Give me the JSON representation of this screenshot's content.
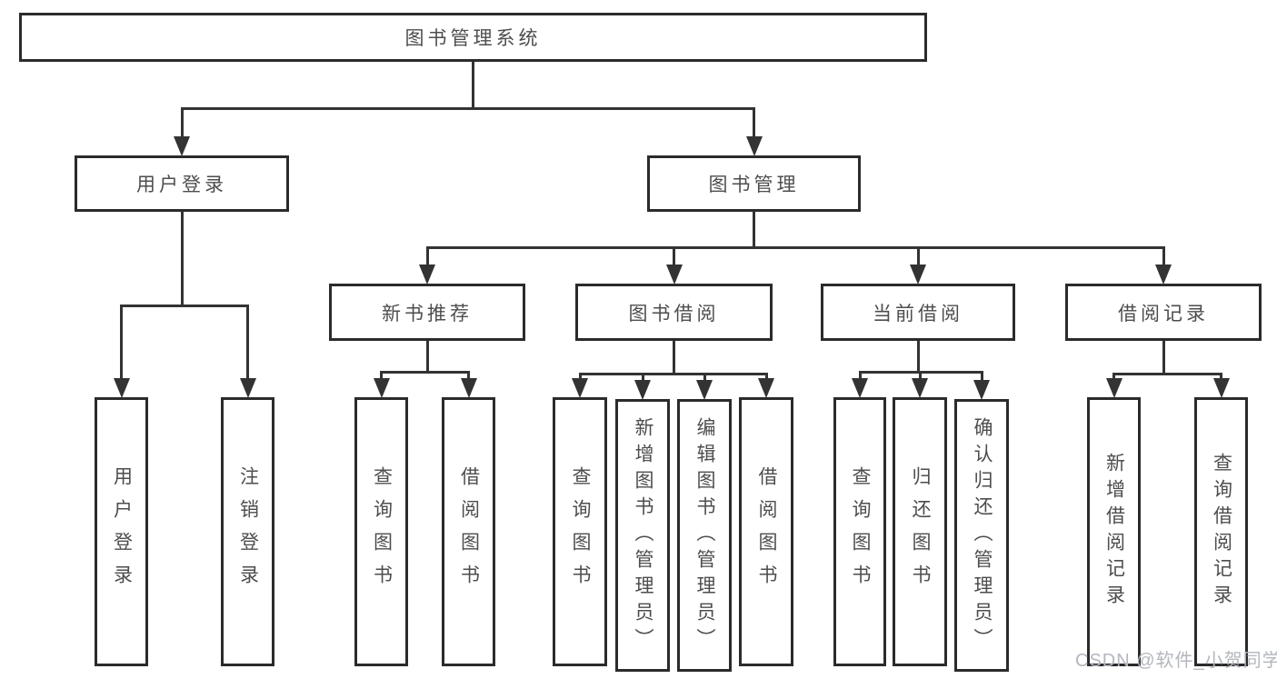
{
  "diagram": {
    "title": "图书管理系统",
    "watermark": "CSDN @软件_小贺同学",
    "colors": {
      "line": "#333333",
      "box_border": "#2b2b2b",
      "text": "#4d4d4d",
      "watermark": "#b3b7be"
    },
    "nodes": [
      {
        "id": "root",
        "label": "图书管理系统"
      },
      {
        "id": "login",
        "label": "用户登录"
      },
      {
        "id": "mgmt",
        "label": "图书管理"
      },
      {
        "id": "new-rec",
        "label": "新书推荐"
      },
      {
        "id": "borrow",
        "label": "图书借阅"
      },
      {
        "id": "current",
        "label": "当前借阅"
      },
      {
        "id": "records",
        "label": "借阅记录"
      },
      {
        "id": "login-do",
        "label": "用户登录"
      },
      {
        "id": "login-out",
        "label": "注销登录"
      },
      {
        "id": "nr-query",
        "label": "查询图书"
      },
      {
        "id": "nr-borrow",
        "label": "借阅图书"
      },
      {
        "id": "bw-query",
        "label": "查询图书"
      },
      {
        "id": "bw-add",
        "label": "新增图书（管理员）"
      },
      {
        "id": "bw-edit",
        "label": "编辑图书（管理员）"
      },
      {
        "id": "bw-borrow",
        "label": "借阅图书"
      },
      {
        "id": "cu-query",
        "label": "查询图书"
      },
      {
        "id": "cu-return",
        "label": "归还图书"
      },
      {
        "id": "cu-confirm",
        "label": "确认归还（管理员）"
      },
      {
        "id": "rc-add",
        "label": "新增借阅记录"
      },
      {
        "id": "rc-query",
        "label": "查询借阅记录"
      }
    ],
    "edges": [
      {
        "parent": "root",
        "children": [
          "login",
          "mgmt"
        ]
      },
      {
        "parent": "login",
        "children": [
          "login-do",
          "login-out"
        ]
      },
      {
        "parent": "mgmt",
        "children": [
          "new-rec",
          "borrow",
          "current",
          "records"
        ]
      },
      {
        "parent": "new-rec",
        "children": [
          "nr-query",
          "nr-borrow"
        ]
      },
      {
        "parent": "borrow",
        "children": [
          "bw-query",
          "bw-add",
          "bw-edit",
          "bw-borrow"
        ]
      },
      {
        "parent": "current",
        "children": [
          "cu-query",
          "cu-return",
          "cu-confirm"
        ]
      },
      {
        "parent": "records",
        "children": [
          "rc-add",
          "rc-query"
        ]
      }
    ]
  }
}
